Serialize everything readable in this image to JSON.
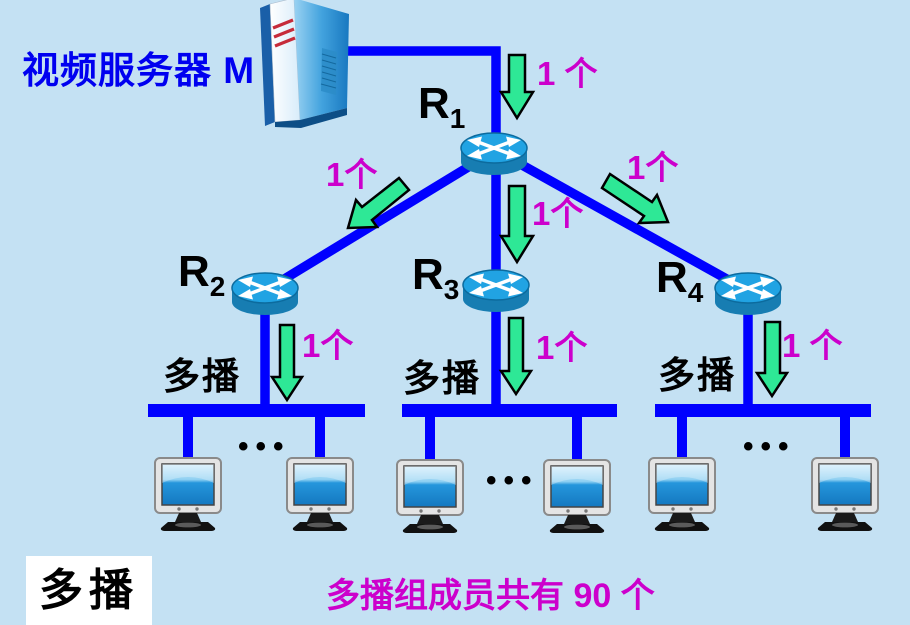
{
  "colors": {
    "background": "#C4E1F3",
    "link_blue": "#0000FF",
    "arrow_green": "#2EE896",
    "label_magenta": "#CC00CC",
    "title_blue": "#0000F0",
    "text_black": "#000000",
    "router_top": "#21A3E3",
    "router_body": "#177DB2"
  },
  "server": {
    "label": "视频服务器 M"
  },
  "routers": [
    {
      "label": "R",
      "sub": "1"
    },
    {
      "label": "R",
      "sub": "2"
    },
    {
      "label": "R",
      "sub": "3"
    },
    {
      "label": "R",
      "sub": "4"
    }
  ],
  "packet_counts": {
    "into_r1": "1 个",
    "r1_to_r2": "1个",
    "r1_to_r3": "1个",
    "r1_to_r4": "1个",
    "r2_to_lan": "1个",
    "r3_to_lan": "1个",
    "r4_to_lan": "1 个"
  },
  "lans": [
    {
      "label": "多播",
      "ellipsis": "•••"
    },
    {
      "label": "多播",
      "ellipsis": "•••"
    },
    {
      "label": "多播",
      "ellipsis": "•••"
    }
  ],
  "footer": {
    "box_label": "多播",
    "caption": "多播组成员共有 90 个"
  },
  "icons": {
    "server": "server-tower-icon",
    "router": "router-icon",
    "computer": "desktop-computer-icon",
    "packet_arrow": "green-down-arrow-icon"
  }
}
